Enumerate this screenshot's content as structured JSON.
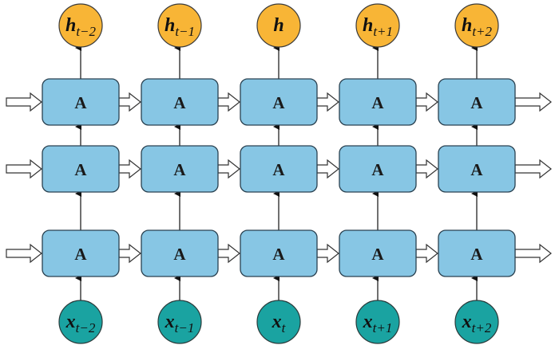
{
  "diagram": {
    "title": "",
    "type": "stacked RNN unrolled over time",
    "cell_label": "A",
    "layers": 3,
    "timesteps": 5,
    "outputs": [
      {
        "main": "h",
        "sub": "t−2"
      },
      {
        "main": "h",
        "sub": "t−1"
      },
      {
        "main": "h",
        "sub": ""
      },
      {
        "main": "h",
        "sub": "t+1"
      },
      {
        "main": "h",
        "sub": "t+2"
      }
    ],
    "inputs": [
      {
        "main": "x",
        "sub": "t−2"
      },
      {
        "main": "x",
        "sub": "t−1"
      },
      {
        "main": "x",
        "sub": "t"
      },
      {
        "main": "x",
        "sub": "t+1"
      },
      {
        "main": "x",
        "sub": "t+2"
      }
    ],
    "colors": {
      "cell_fill": "#87c6e4",
      "output_node_fill": "#f8b536",
      "input_node_fill": "#1aa3a1"
    }
  }
}
